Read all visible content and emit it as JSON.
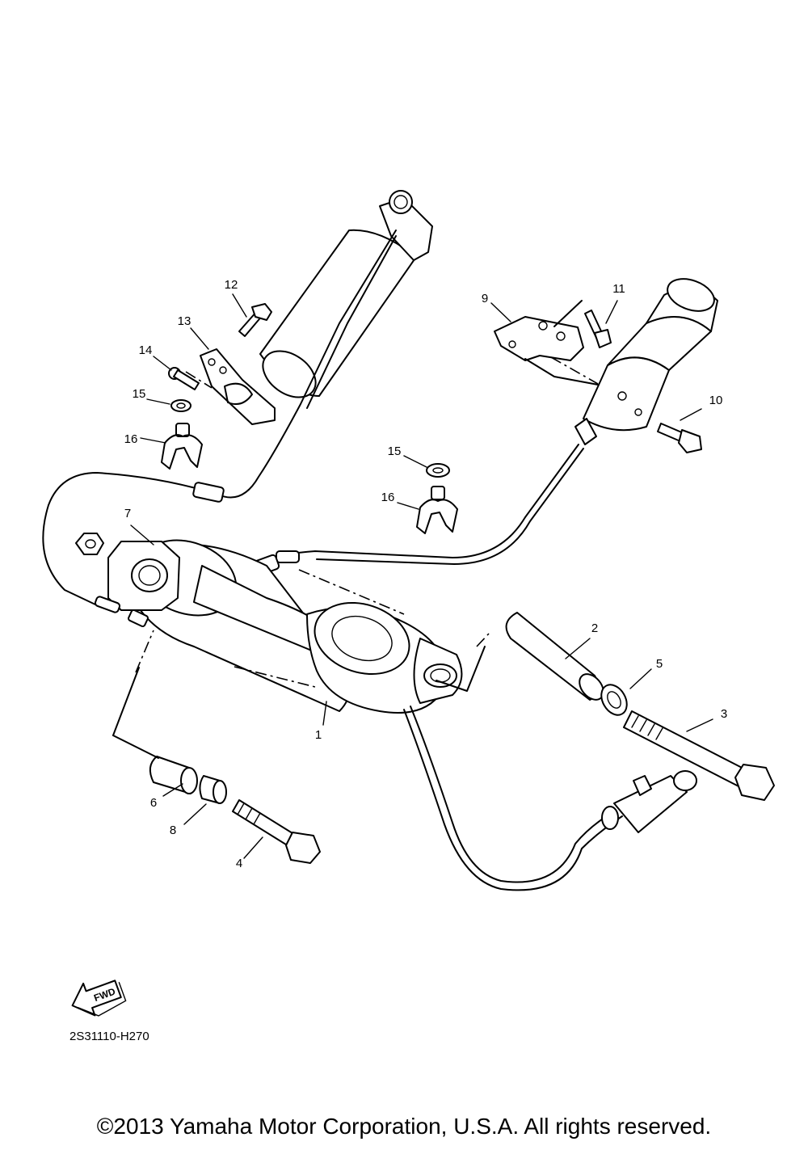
{
  "callouts": [
    "1",
    "2",
    "3",
    "4",
    "5",
    "6",
    "7",
    "8",
    "9",
    "10",
    "11",
    "12",
    "13",
    "14",
    "15",
    "16",
    "15",
    "16"
  ],
  "fwd_label": "FWD",
  "diagram_code": "2S31110-H270",
  "copyright": "©2013 Yamaha Motor Corporation, U.S.A. All rights reserved."
}
